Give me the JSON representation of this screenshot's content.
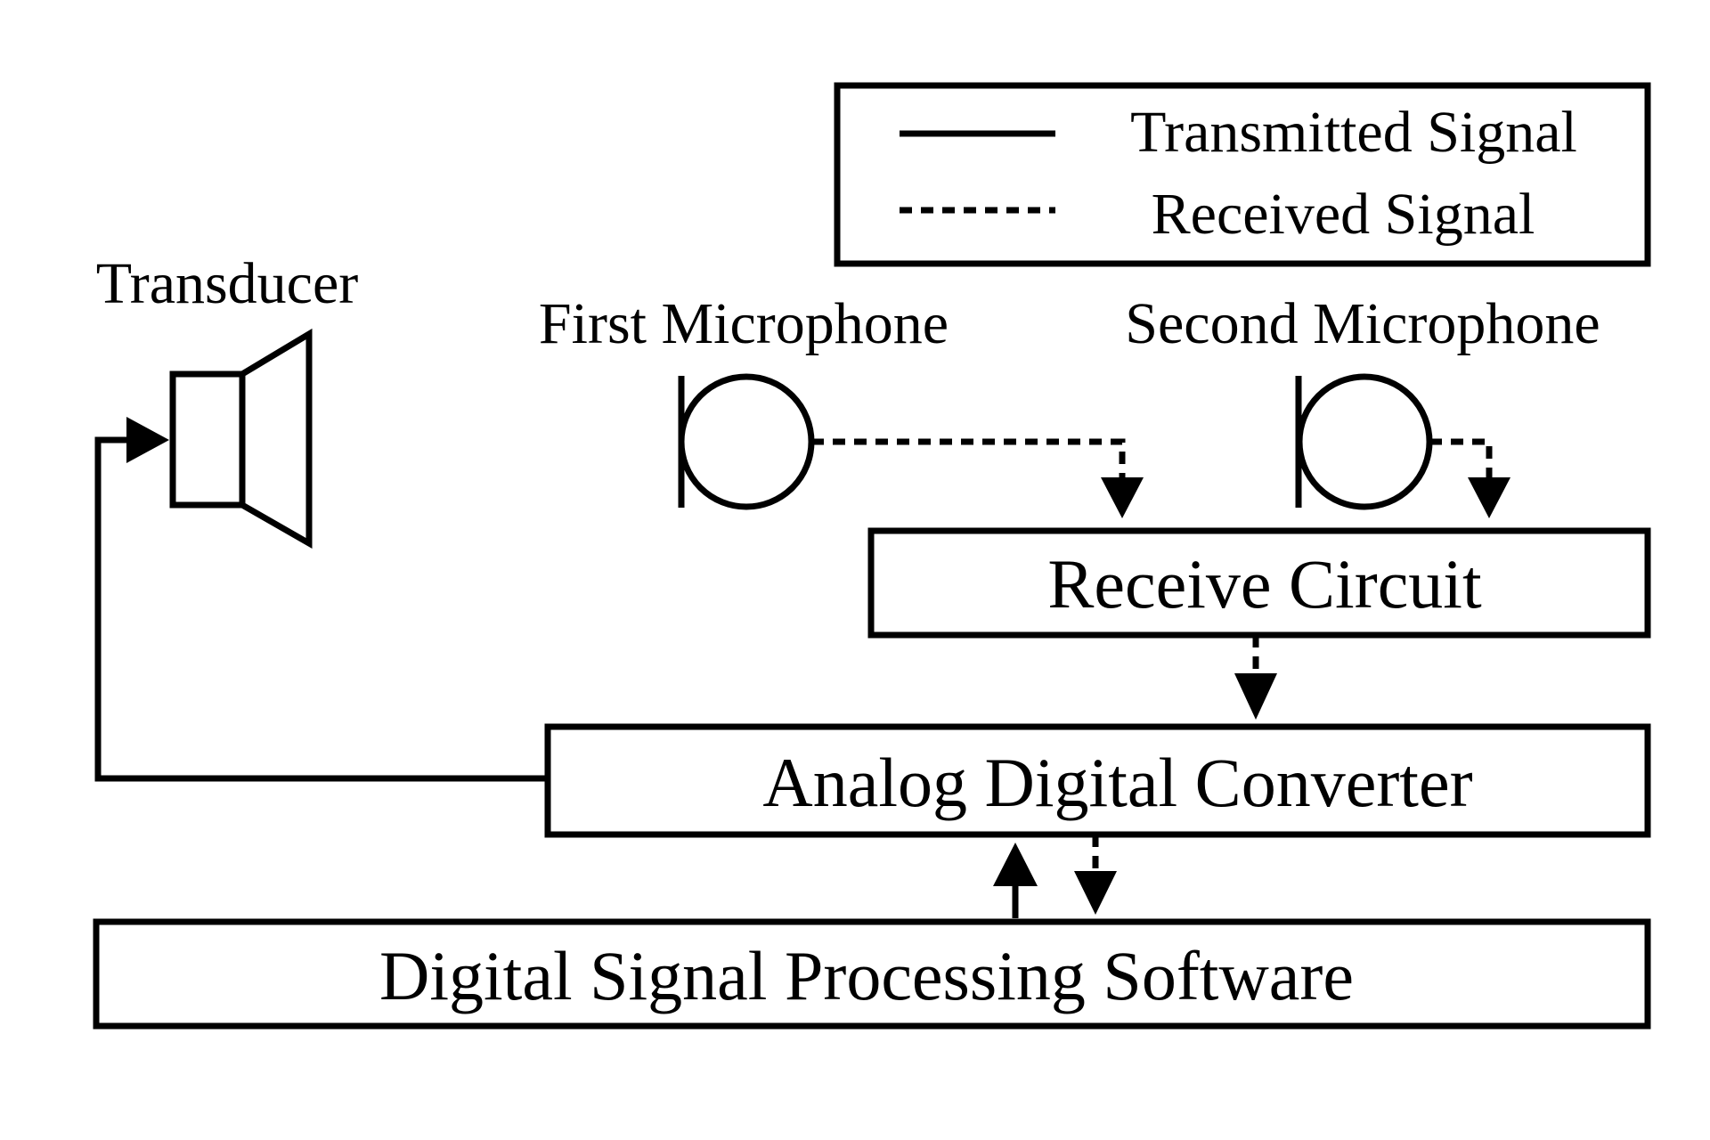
{
  "legend": {
    "transmitted": "Transmitted Signal",
    "received": "Received Signal"
  },
  "components": {
    "transducer": "Transducer",
    "first_microphone": "First Microphone",
    "second_microphone": "Second Microphone",
    "receive_circuit": "Receive Circuit",
    "adc": "Analog Digital Converter",
    "dsp": "Digital Signal Processing Software"
  }
}
